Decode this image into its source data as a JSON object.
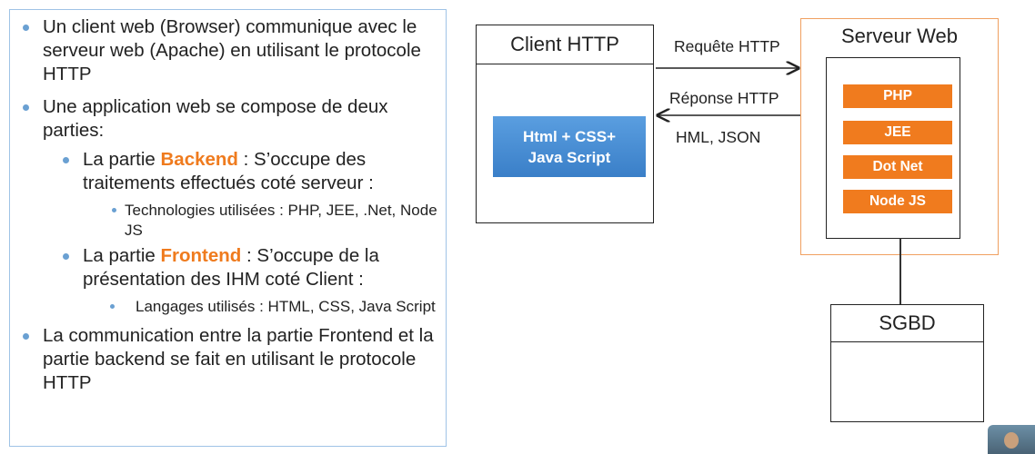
{
  "left_panel": {
    "bullet1": "Un client web (Browser) communique avec le serveur web (Apache) en utilisant le protocole HTTP",
    "bullet2": "Une application web se compose de deux parties:",
    "backend": {
      "prefix": "La partie ",
      "keyword": "Backend",
      "suffix": " : S’occupe des traitements effectués coté serveur :",
      "sub": "Technologies utilisées : PHP,  JEE,  .Net, Node JS"
    },
    "frontend": {
      "prefix": "La partie ",
      "keyword": "Frontend",
      "suffix": " : S’occupe de la présentation des IHM coté Client :",
      "sub": "Langages utilisés : HTML,  CSS,  Java Script"
    },
    "bullet3": "La communication entre la partie Frontend et la partie backend se fait en utilisant le protocole HTTP"
  },
  "diagram": {
    "client": {
      "title": "Client HTTP",
      "tech_line1": "Html + CSS+",
      "tech_line2": "Java Script"
    },
    "request_label": "Requête HTTP",
    "response_label": "Réponse HTTP",
    "formats_label": "HML, JSON",
    "server": {
      "title": "Serveur Web",
      "technologies": [
        "PHP",
        "JEE",
        "Dot Net",
        "Node JS"
      ]
    },
    "database": {
      "title": "SGBD"
    }
  },
  "colors": {
    "accent_orange": "#ef7b1e",
    "tech_blue": "#3a7fc8",
    "bullet_blue": "#6aa0d2",
    "panel_border": "#9fc3e6"
  }
}
